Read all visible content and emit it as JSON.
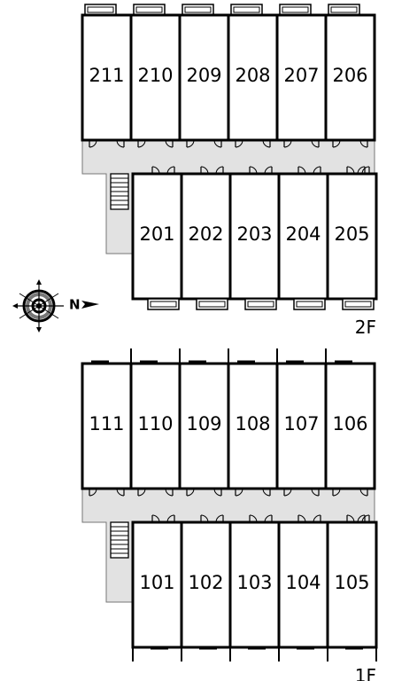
{
  "compass": {
    "label": "N"
  },
  "floors": [
    {
      "label": "2F",
      "top_row": [
        "211",
        "210",
        "209",
        "208",
        "207",
        "206"
      ],
      "bottom_row": [
        "201",
        "202",
        "203",
        "204",
        "205"
      ]
    },
    {
      "label": "1F",
      "top_row": [
        "111",
        "110",
        "109",
        "108",
        "107",
        "106"
      ],
      "bottom_row": [
        "101",
        "102",
        "103",
        "104",
        "105"
      ]
    }
  ],
  "colors": {
    "corridor": "#e2e2e2",
    "wall": "#000000",
    "unit_fill": "#ffffff"
  }
}
